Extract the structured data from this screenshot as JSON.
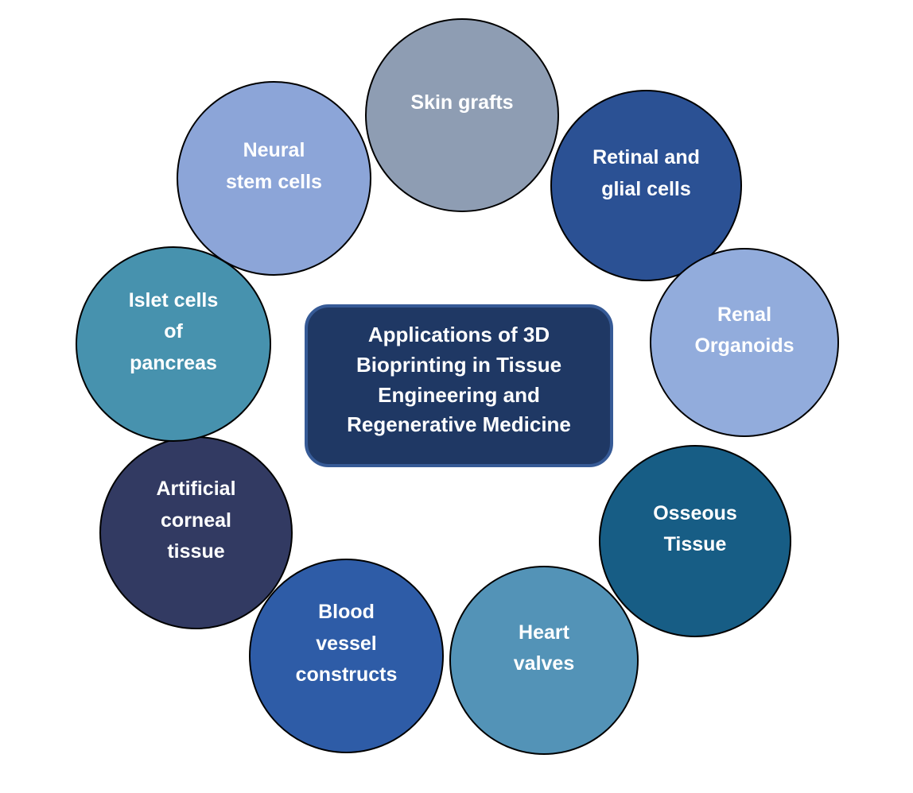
{
  "diagram": {
    "background_color": "#FFFFFF",
    "node_outline_color": "#000000",
    "text_color": "#FFFFFF",
    "center": {
      "title": "Applications of 3D\nBioprinting in Tissue\nEngineering and\nRegenerative Medicine",
      "fill_color": "#1F3864",
      "border_color": "#365A96"
    },
    "nodes": [
      {
        "label": "Skin grafts",
        "fill_color": "#8E9DB3"
      },
      {
        "label": "Retinal and\nglial cells",
        "fill_color": "#2B5194"
      },
      {
        "label": "Renal\nOrganoids",
        "fill_color": "#92ACDC"
      },
      {
        "label": "Osseous\nTissue",
        "fill_color": "#175D85"
      },
      {
        "label": "Heart\nvalves",
        "fill_color": "#5393B7"
      },
      {
        "label": "Blood\nvessel\nconstructs",
        "fill_color": "#2E5CA7"
      },
      {
        "label": "Artificial\ncorneal\ntissue",
        "fill_color": "#323A62"
      },
      {
        "label": "Islet cells\nof\npancreas",
        "fill_color": "#4792AE"
      },
      {
        "label": "Neural\nstem cells",
        "fill_color": "#8CA5D8"
      }
    ]
  }
}
